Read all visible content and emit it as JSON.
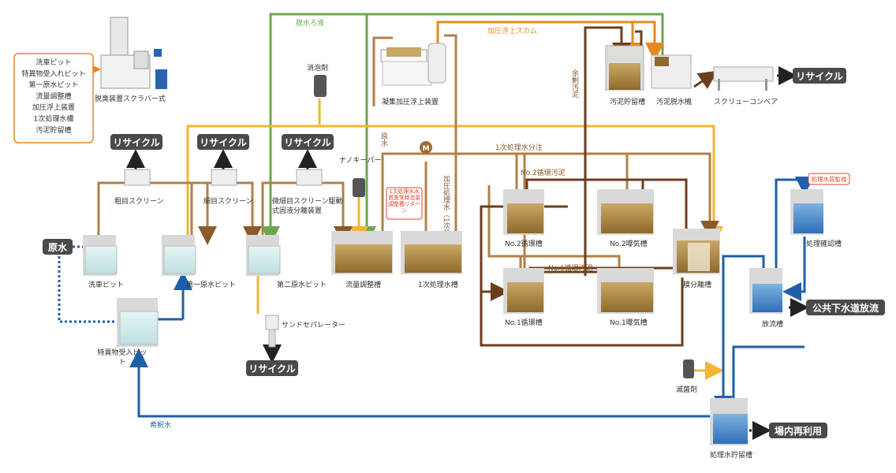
{
  "legend": {
    "items": [
      "洗車ピット",
      "特異物受入れピット",
      "第一原水ピット",
      "流量調整槽",
      "加圧浮上装置",
      "1次処理水槽",
      "汚泥貯留槽"
    ]
  },
  "labels": {
    "deodorizer": "脱臭装置スクラバー式",
    "dewater_filtrate": "脱水ろ液",
    "defoamer": "消泡剤",
    "coag_float": "凝集加圧浮上装置",
    "float_scum": "加圧浮上スカム",
    "sludge_storage": "汚泥貯留槽",
    "sludge_dewater": "汚泥脱水機",
    "screw_conveyor": "スクリューコンベア",
    "excess_sludge": "余剰汚泥",
    "raw_water_v": "原水",
    "primary_dist": "1次処理水分注",
    "pressurized": "加圧処理水（1次処理水）",
    "nano_keeper": "ナノキーパー",
    "return_note": "1次処理水水質異常時流量調整槽リターン",
    "no2_sludge": "No.2循環汚泥",
    "no1_sludge": "No.1循環汚泥",
    "coarse_screen": "粗目スクリーン",
    "fine_screen": "細目スクリーン",
    "micro_screen": "微細目スクリーン駆動式固液分離装置",
    "car_wash_pit": "洗車ピット",
    "first_raw_pit": "第一原水ピット",
    "second_raw_pit": "第二原水ピット",
    "special_pit": "特異物受入ピット",
    "sand_sep": "サンドセパレーター",
    "flow_adj": "流量調整槽",
    "primary_tank": "1次処理水槽",
    "no2_circ": "No.2循環槽",
    "no2_aer": "No.2曝気槽",
    "no1_circ": "No.1循環槽",
    "no1_aer": "No.1曝気槽",
    "membrane": "膜分離槽",
    "quality_monitor": "処理水質監視",
    "quality_check": "処理確認槽",
    "discharge": "放流槽",
    "disinfectant": "滅菌剤",
    "treated_storage": "処理水貯留槽",
    "dilution": "希釈水",
    "raw_water_tag": "原水",
    "recycle": "リサイクル",
    "sewer": "公共下水道放流",
    "reuse": "場内再利用",
    "motor": "M"
  },
  "colors": {
    "brown": "#8a5a2b",
    "dark_brown": "#6b3f1d",
    "orange": "#e58a1e",
    "yellow": "#f2b632",
    "green": "#6aa84f",
    "blue": "#1f5fa8",
    "tag_bg": "#4a4a4a"
  }
}
